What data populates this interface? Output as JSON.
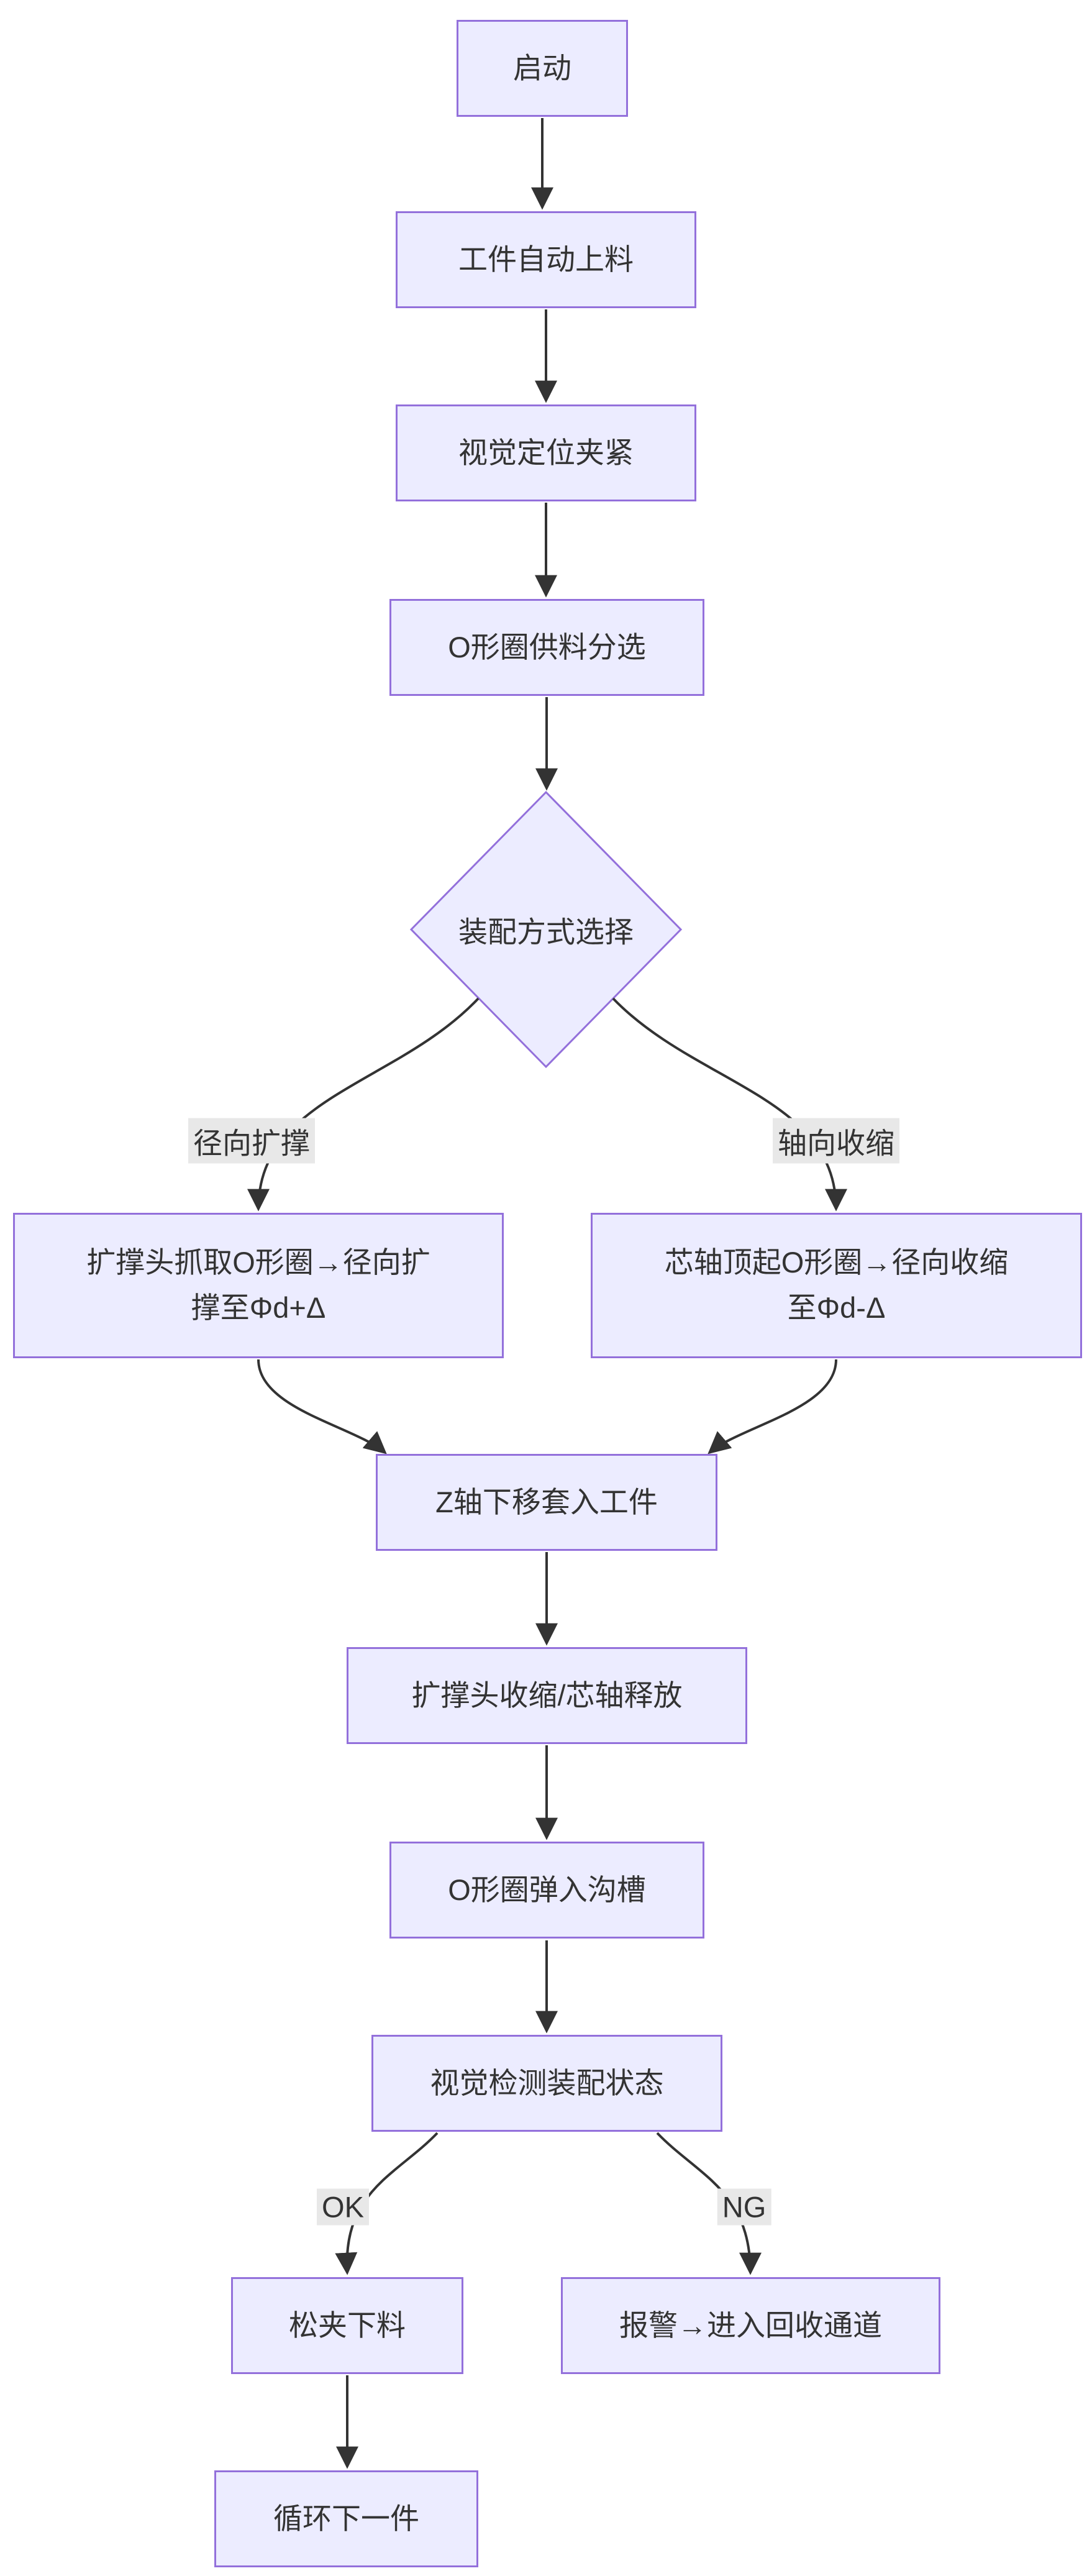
{
  "flowchart": {
    "background": "#ffffff",
    "colors": {
      "node_fill": "#ECECFF",
      "node_border": "#9370DB",
      "edge_stroke": "#333333",
      "text": "#333333",
      "edge_label_bg": "#e8e8e8"
    },
    "nodes": {
      "start": {
        "label": "启动",
        "shape": "rect"
      },
      "feed": {
        "label": "工件自动上料",
        "shape": "rect"
      },
      "clamp": {
        "label": "视觉定位夹紧",
        "shape": "rect"
      },
      "sort": {
        "label": "O形圈供料分选",
        "shape": "rect"
      },
      "decision": {
        "label": "装配方式选择",
        "shape": "diamond"
      },
      "expand": {
        "label": "扩撑头抓取O形圈→径向扩撑至Φd+Δ",
        "shape": "rect"
      },
      "shrink": {
        "label": "芯轴顶起O形圈→径向收缩至Φd-Δ",
        "shape": "rect"
      },
      "insert": {
        "label": "Z轴下移套入工件",
        "shape": "rect"
      },
      "release": {
        "label": "扩撑头收缩/芯轴释放",
        "shape": "rect"
      },
      "snap": {
        "label": "O形圈弹入沟槽",
        "shape": "rect"
      },
      "inspect": {
        "label": "视觉检测装配状态",
        "shape": "rect"
      },
      "unload": {
        "label": "松夹下料",
        "shape": "rect"
      },
      "alarm": {
        "label": "报警→进入回收通道",
        "shape": "rect"
      },
      "next": {
        "label": "循环下一件",
        "shape": "rect"
      }
    },
    "edges": [
      {
        "from": "start",
        "to": "feed",
        "label": ""
      },
      {
        "from": "feed",
        "to": "clamp",
        "label": ""
      },
      {
        "from": "clamp",
        "to": "sort",
        "label": ""
      },
      {
        "from": "sort",
        "to": "decision",
        "label": ""
      },
      {
        "from": "decision",
        "to": "expand",
        "label": "径向扩撑"
      },
      {
        "from": "decision",
        "to": "shrink",
        "label": "轴向收缩"
      },
      {
        "from": "expand",
        "to": "insert",
        "label": ""
      },
      {
        "from": "shrink",
        "to": "insert",
        "label": ""
      },
      {
        "from": "insert",
        "to": "release",
        "label": ""
      },
      {
        "from": "release",
        "to": "snap",
        "label": ""
      },
      {
        "from": "snap",
        "to": "inspect",
        "label": ""
      },
      {
        "from": "inspect",
        "to": "unload",
        "label": "OK"
      },
      {
        "from": "inspect",
        "to": "alarm",
        "label": "NG"
      },
      {
        "from": "unload",
        "to": "next",
        "label": ""
      }
    ]
  }
}
